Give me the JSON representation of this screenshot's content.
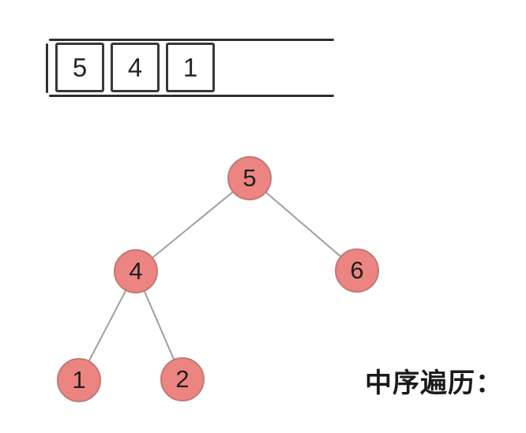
{
  "stack": {
    "items": [
      "5",
      "4",
      "1"
    ]
  },
  "tree": {
    "nodes": [
      {
        "value": "5",
        "role": "root"
      },
      {
        "value": "4",
        "role": "left-child-of-5"
      },
      {
        "value": "6",
        "role": "right-child-of-5"
      },
      {
        "value": "1",
        "role": "left-child-of-4"
      },
      {
        "value": "2",
        "role": "right-child-of-4"
      }
    ],
    "edges": [
      [
        "5",
        "4"
      ],
      [
        "5",
        "6"
      ],
      [
        "4",
        "1"
      ],
      [
        "4",
        "2"
      ]
    ]
  },
  "label": {
    "text": "中序遍历："
  },
  "colors": {
    "node_fill": "#ec8581",
    "node_border": "#c07876",
    "edge": "#9e9e9e",
    "stack_outline": "#2f2f2f",
    "box_border": "#383838",
    "text": "#1f1f1f"
  }
}
